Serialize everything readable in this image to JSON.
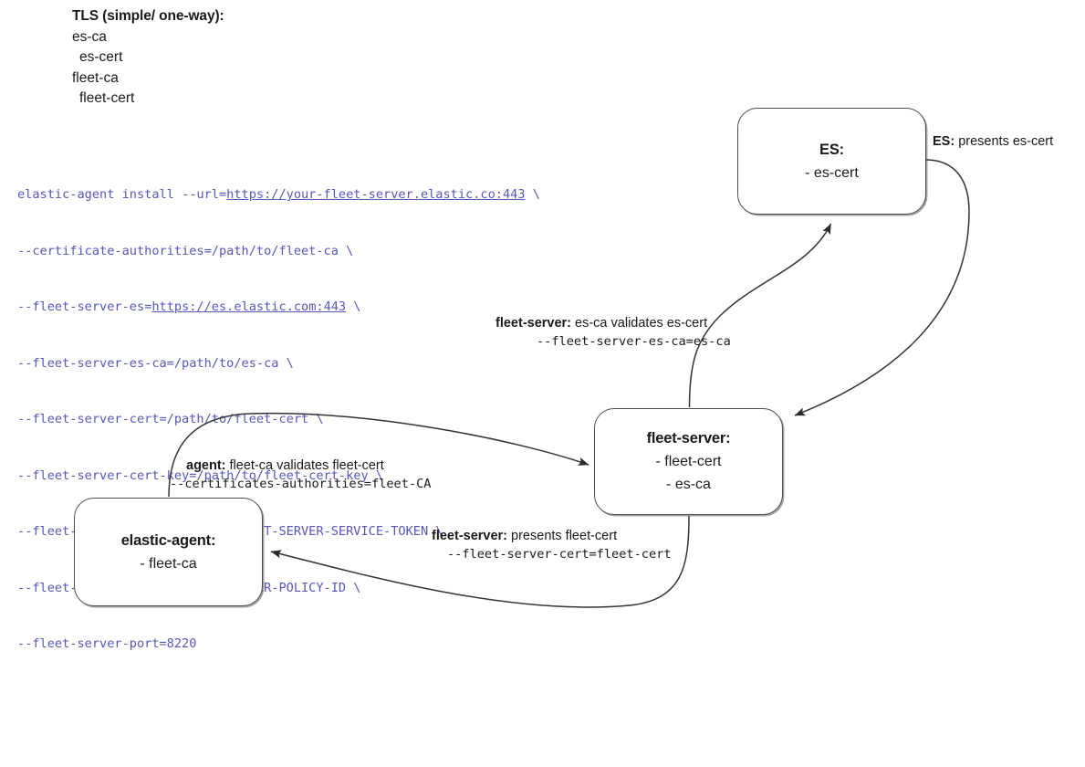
{
  "legend": {
    "title": "TLS (simple/ one-way):",
    "lines": [
      {
        "text": "es-ca",
        "indent": false
      },
      {
        "text": "es-cert",
        "indent": true
      },
      {
        "text": "fleet-ca",
        "indent": false
      },
      {
        "text": "fleet-cert",
        "indent": true
      }
    ]
  },
  "command": {
    "lines": [
      {
        "pre": "elastic-agent install --url=",
        "link": "https://your-fleet-server.elastic.co:443",
        "post": " \\"
      },
      {
        "pre": "--certificate-authorities=/path/to/fleet-ca \\",
        "link": "",
        "post": ""
      },
      {
        "pre": "--fleet-server-es=",
        "link": "https://es.elastic.com:443",
        "post": " \\"
      },
      {
        "pre": "--fleet-server-es-ca=/path/to/es-ca \\",
        "link": "",
        "post": ""
      },
      {
        "pre": "--fleet-server-cert=/path/to/fleet-cert \\",
        "link": "",
        "post": ""
      },
      {
        "pre": "--fleet-server-cert-key=/path/to/fleet-cert-key \\",
        "link": "",
        "post": ""
      },
      {
        "pre": "--fleet-server-service-token=FLEET-SERVER-SERVICE-TOKEN \\",
        "link": "",
        "post": ""
      },
      {
        "pre": "--fleet-server-policy=FLEET-SERVER-POLICY-ID \\",
        "link": "",
        "post": ""
      },
      {
        "pre": "--fleet-server-port=8220",
        "link": "",
        "post": ""
      }
    ],
    "color": "#5558b8"
  },
  "nodes": {
    "es": {
      "title": "ES:",
      "items": [
        "- es-cert"
      ]
    },
    "fleet_server": {
      "title": "fleet-server:",
      "items": [
        "- fleet-cert",
        "- es-ca"
      ]
    },
    "elastic_agent": {
      "title": "elastic-agent:",
      "items": [
        "- fleet-ca"
      ]
    }
  },
  "edges": {
    "es_presents": {
      "actor": "ES:",
      "prose": " presents es-cert",
      "code": ""
    },
    "fs_validates_es": {
      "actor": "fleet-server:",
      "prose": " es-ca validates es-cert",
      "code": "--fleet-server-es-ca=es-ca"
    },
    "agent_validates_fleet": {
      "actor": "agent:",
      "prose": " fleet-ca validates fleet-cert",
      "code": "--certificates-authorities=fleet-CA"
    },
    "fs_presents_cert": {
      "actor": "fleet-server:",
      "prose": " presents fleet-cert",
      "code": "--fleet-server-cert=fleet-cert"
    }
  },
  "style": {
    "stroke": "#333333",
    "box_border": "#4d4d4d"
  }
}
